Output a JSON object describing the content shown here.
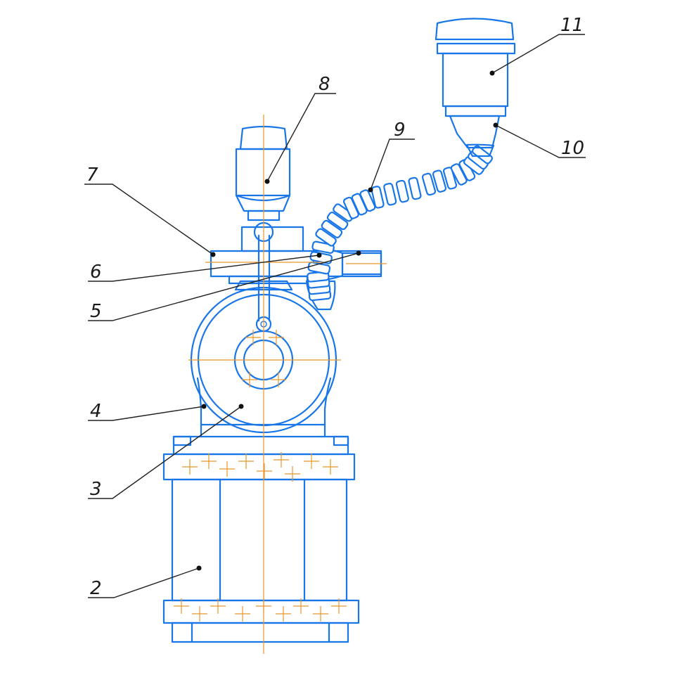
{
  "colors": {
    "outline": "#1976e8",
    "axis": "#e8962a",
    "leader": "#222222",
    "background": "#ffffff"
  },
  "callouts": {
    "c2": "2",
    "c3": "3",
    "c4": "4",
    "c5": "5",
    "c6": "6",
    "c7": "7",
    "c8": "8",
    "c9": "9",
    "c10": "10",
    "c11": "11"
  }
}
